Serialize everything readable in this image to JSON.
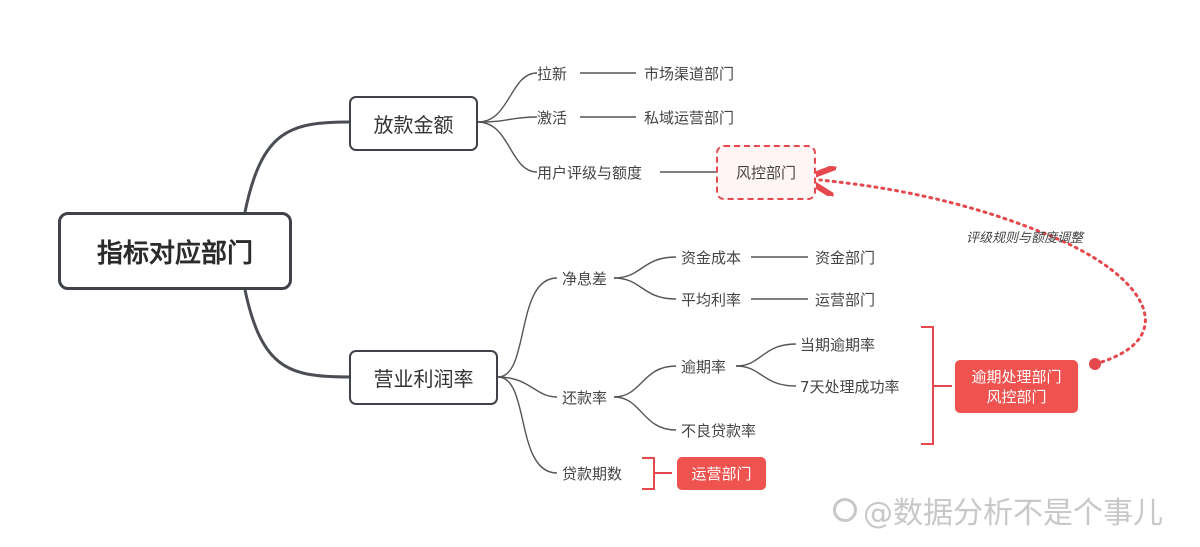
{
  "root": "指标对应部门",
  "branches": {
    "disbursement": {
      "label": "放款金额",
      "items": {
        "new_users": {
          "label": "拉新",
          "dept": "市场渠道部门"
        },
        "activation": {
          "label": "激活",
          "dept": "私域运营部门"
        },
        "rating": {
          "label": "用户评级与额度",
          "dept": "风控部门"
        }
      }
    },
    "profit": {
      "label": "营业利润率",
      "net_interest": {
        "label": "净息差",
        "cost": {
          "label": "资金成本",
          "dept": "资金部门"
        },
        "rate": {
          "label": "平均利率",
          "dept": "运营部门"
        }
      },
      "repayment": {
        "label": "还款率",
        "overdue": {
          "label": "逾期率",
          "current": "当期逾期率",
          "seven_day": "7天处理成功率"
        },
        "bad_loan": "不良贷款率",
        "dept_lines": [
          "逾期处理部门",
          "风控部门"
        ]
      },
      "term": {
        "label": "贷款期数",
        "dept": "运营部门"
      }
    }
  },
  "annotation": "评级规则与额度调整",
  "watermark": "@数据分析不是个事儿",
  "colors": {
    "accent": "#ef5350",
    "line": "#4a4e54"
  }
}
